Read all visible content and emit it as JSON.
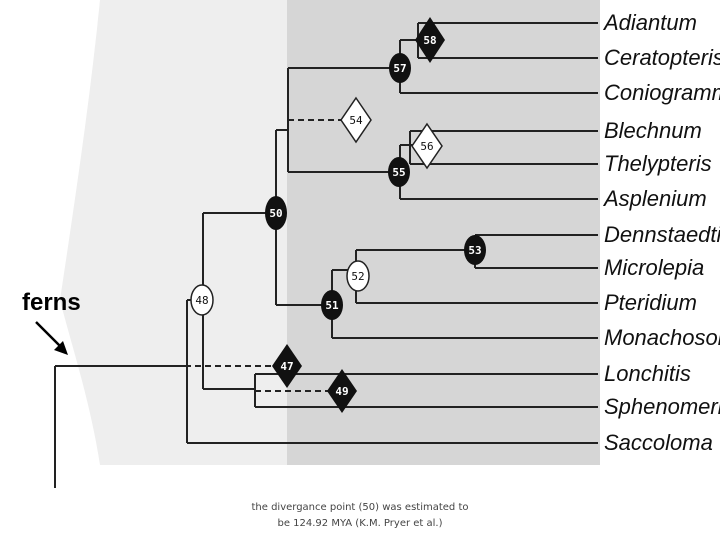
{
  "diagram": {
    "title": "ferns",
    "taxa": [
      "Adiantum",
      "Ceratopteris",
      "Coniogramme",
      "Blechnum",
      "Thelypteris",
      "Asplenium",
      "Dennstaedtia",
      "Microlepia",
      "Pteridium",
      "Monachosorum",
      "Lonchitis",
      "Sphenomeris",
      "Saccoloma"
    ],
    "nodes": [
      {
        "id": "n58",
        "label": "58",
        "shape": "diamond",
        "fill": "black"
      },
      {
        "id": "n57",
        "label": "57",
        "shape": "circle",
        "fill": "black"
      },
      {
        "id": "n54",
        "label": "54",
        "shape": "diamond",
        "fill": "white"
      },
      {
        "id": "n56",
        "label": "56",
        "shape": "diamond",
        "fill": "white"
      },
      {
        "id": "n55",
        "label": "55",
        "shape": "circle",
        "fill": "black"
      },
      {
        "id": "n50",
        "label": "50",
        "shape": "circle",
        "fill": "black"
      },
      {
        "id": "n53",
        "label": "53",
        "shape": "circle",
        "fill": "black"
      },
      {
        "id": "n52",
        "label": "52",
        "shape": "circle",
        "fill": "white"
      },
      {
        "id": "n48",
        "label": "48",
        "shape": "circle",
        "fill": "white"
      },
      {
        "id": "n51",
        "label": "51",
        "shape": "circle",
        "fill": "black"
      },
      {
        "id": "n47",
        "label": "47",
        "shape": "diamond",
        "fill": "black"
      },
      {
        "id": "n49",
        "label": "49",
        "shape": "diamond",
        "fill": "black"
      }
    ],
    "caption_lines": [
      "the divergance point (50) was estimated to",
      "be 124.92 MYA (K.M. Pryer et al.)"
    ],
    "colors": {
      "background_light": "#eeeeee",
      "background_dark": "#d6d6d6",
      "line": "#222222"
    }
  }
}
